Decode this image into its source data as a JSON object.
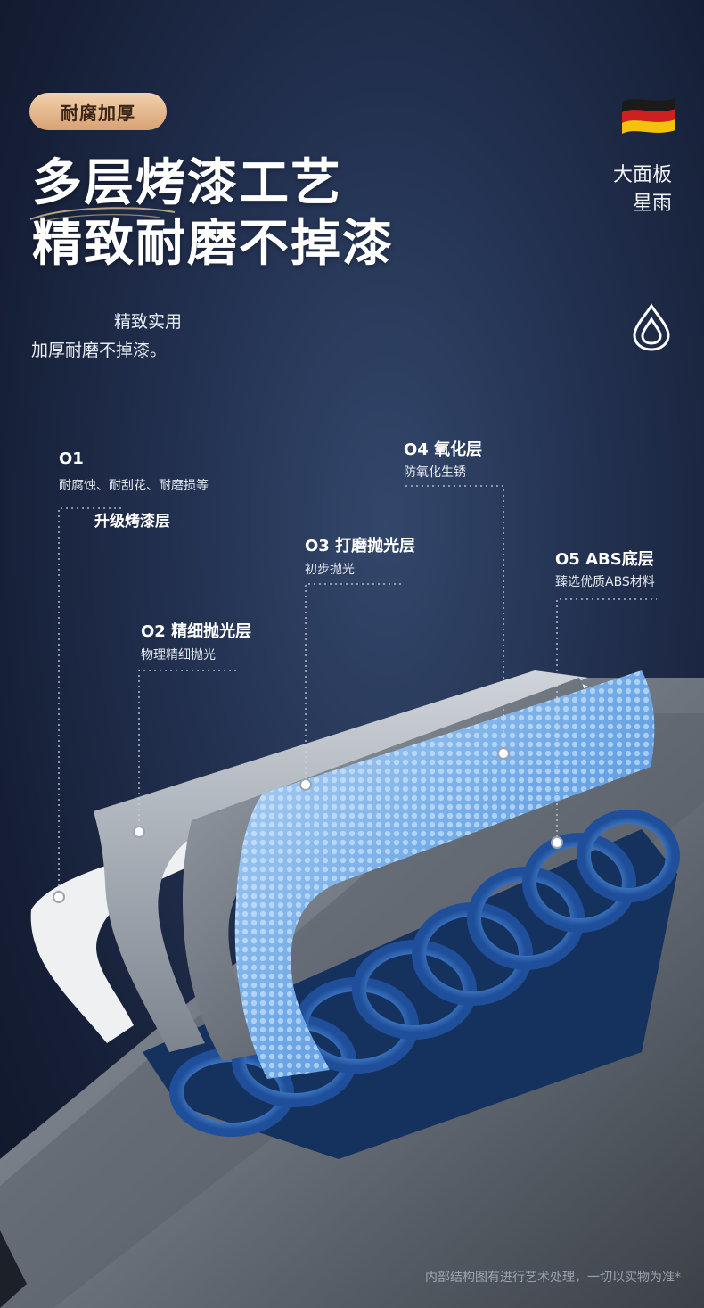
{
  "badge": "耐腐加厚",
  "title_line1": "多层烤漆工艺",
  "title_line2": "精致耐磨不掉漆",
  "subtitle_line1": "精致实用",
  "subtitle_line2": "加厚耐磨不掉漆。",
  "side_line1": "大面板",
  "side_line2": "星雨",
  "layers": [
    {
      "heading": "O1",
      "desc": "耐腐蚀、耐刮花、耐磨损等",
      "extra": "升级烤漆层"
    },
    {
      "heading": "O2 精细抛光层",
      "desc": "物理精细抛光"
    },
    {
      "heading": "O3 打磨抛光层",
      "desc": "初步抛光"
    },
    {
      "heading": "O4 氧化层",
      "desc": "防氧化生锈"
    },
    {
      "heading": "O5 ABS底层",
      "desc": "臻选优质ABS材料"
    }
  ],
  "disclaimer": "内部结构图有进行艺术处理，一切以实物为准*",
  "icons": {
    "flag": "german-flag-icon",
    "drop": "water-drop-icon"
  },
  "colors": {
    "badge": "#e3b286",
    "background": "#22304f",
    "blue_layer": "#4f8fd8"
  }
}
